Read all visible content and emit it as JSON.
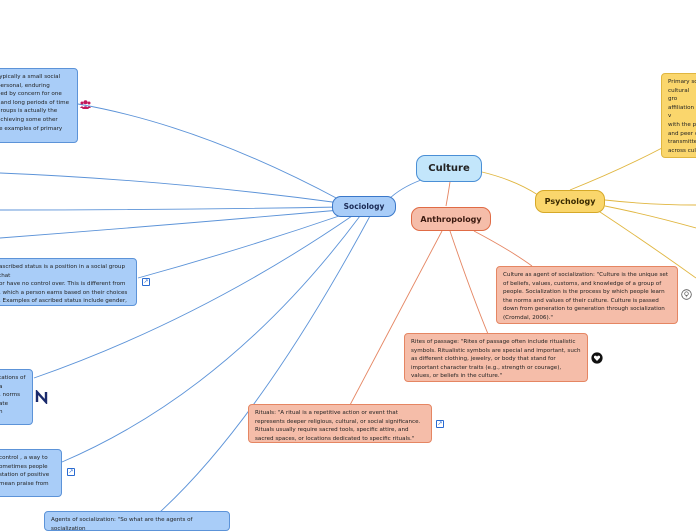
{
  "nodes": {
    "culture": {
      "label": "Culture"
    },
    "sociology": {
      "label": "Sociology"
    },
    "anthropology": {
      "label": "Anthropology"
    },
    "psychology": {
      "label": "Psychology"
    }
  },
  "notes": {
    "primary_groups": "typically a small social\npersonal, enduring\need by concern for one\n, and long periods of time\ngroups is actually the\nachieving some other\nre examples of primary",
    "ascribed_status": "ascribed status is a position in a social group that\nor have no control over. This is different from\n, which a person earns based on their choices\n. Examples of ascribed status include gender,\nand ethnicity.\"",
    "expectations": "tations of\na\n, norms\nate\nn",
    "social_control": "control , a way to\nometimes people\nstation of positive\nmean praise from",
    "agents": "Agents of socialization: \"So what are the agents of socialization",
    "culture_agent": "Culture as agent of socialization: \"Culture is the unique set of beliefs, values, customs, and knowledge of a group of people. Socialization is the process by which people learn the norms and values of their culture. Culture is passed down from generation to generation through socialization (Cromdal, 2006).\"",
    "rites": "Rites of passage: \"Rites of passage often include ritualistic symbols. Ritualistic symbols are special and important, such as different clothing, jewelry, or body  that stand for important character traits (e.g., strength or courage), values, or beliefs in the culture.\"",
    "rituals": "Rituals: \"A ritual is a repetitive action or event that represents deeper religious, cultural, or social significance. Rituals usually require sacred tools, specific attire, and sacred spaces, or locations dedicated to specific rituals.\"",
    "primary_socialization": "Primary so\ncultural gro\naffiliation v\nwith the pr\nand peer c\ntransmitte\nacross cult\nuse are cul\nare sancti"
  },
  "colors": {
    "blue": "#a9cdf8",
    "orange": "#f5bda9",
    "yellow": "#fad66c",
    "culture": "#c3e6fb"
  },
  "icons": [
    "group-icon",
    "link-icon",
    "bulb-icon",
    "heart-icon"
  ]
}
